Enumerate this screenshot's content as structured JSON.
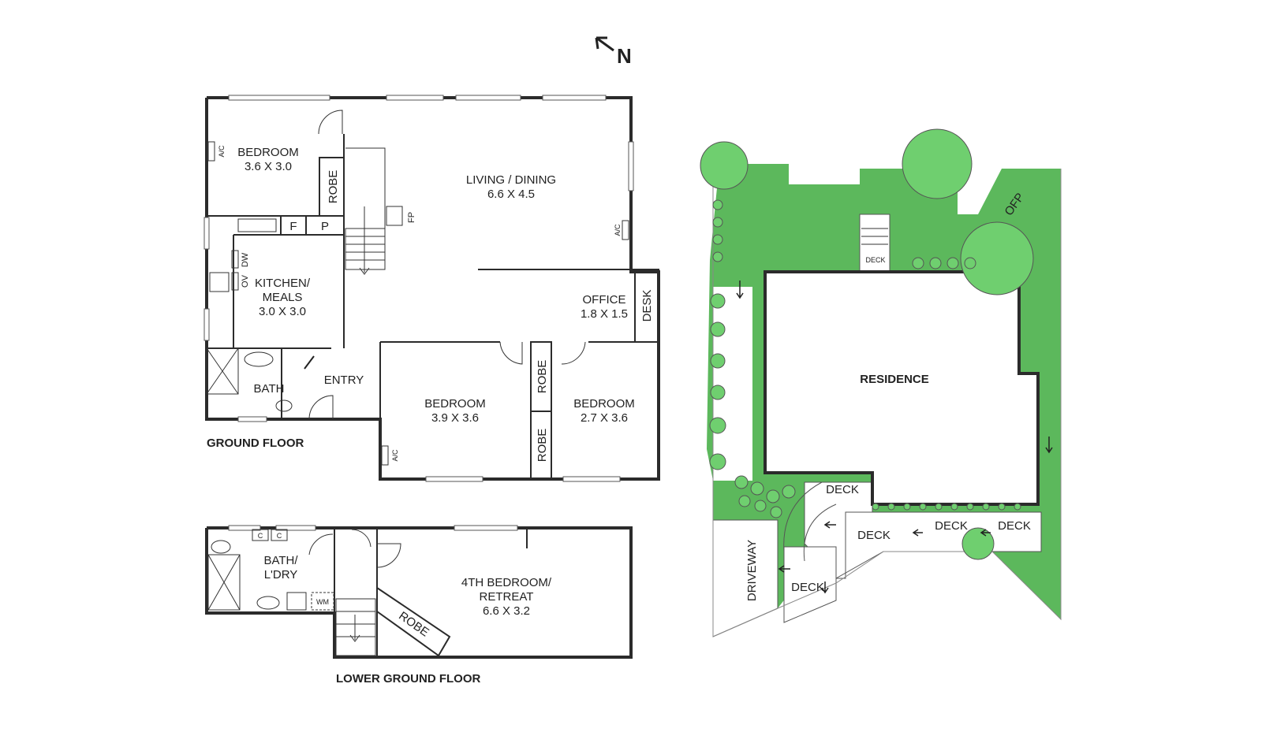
{
  "north_label": "N",
  "ground_floor": {
    "title": "GROUND FLOOR",
    "rooms": [
      {
        "name": "BEDROOM",
        "size": "3.6 X 3.0"
      },
      {
        "name": "LIVING / DINING",
        "size": "6.6 X 4.5"
      },
      {
        "name": "KITCHEN/",
        "name2": "MEALS",
        "size": "3.0 X 3.0"
      },
      {
        "name": "OFFICE",
        "size": "1.8 X 1.5"
      },
      {
        "name": "BATH"
      },
      {
        "name": "ENTRY"
      },
      {
        "name": "BEDROOM",
        "size": "3.9 X 3.6"
      },
      {
        "name": "BEDROOM",
        "size": "2.7 X 3.6"
      }
    ],
    "fixtures": {
      "robe": "ROBE",
      "fridge": "F",
      "pantry": "P",
      "dishwasher": "DW",
      "oven": "OV",
      "fireplace": "FP",
      "aircon": "A/C",
      "desk": "DESK"
    }
  },
  "lower_ground_floor": {
    "title": "LOWER GROUND FLOOR",
    "rooms": [
      {
        "name": "BATH/",
        "name2": "L'DRY"
      },
      {
        "name": "4TH BEDROOM/",
        "name2": "RETREAT",
        "size": "6.6 X 3.2"
      }
    ],
    "fixtures": {
      "robe": "ROBE",
      "washing_machine": "WM",
      "cupboard": "C"
    }
  },
  "site": {
    "residence": "RESIDENCE",
    "deck": "DECK",
    "driveway": "DRIVEWAY",
    "outdoor_fireplace": "OFP"
  },
  "colors": {
    "lawn": "#5cb85c",
    "tree": "#6fcf6f",
    "wall": "#2b2b2b",
    "text": "#222222"
  }
}
